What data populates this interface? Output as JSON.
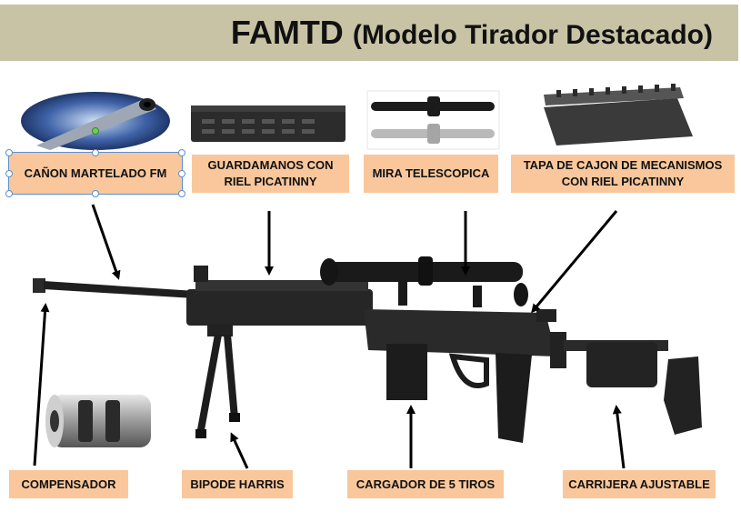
{
  "title": {
    "main": "FAMTD",
    "sub": "(Modelo Tirador Destacado)"
  },
  "labels": {
    "canon": "CAÑON MARTELADO FM",
    "guardamanos_1": "GUARDAMANOS CON",
    "guardamanos_2": "RIEL PICATINNY",
    "mira": "MIRA TELESCOPICA",
    "tapa_1": "TAPA DE CAJON DE  MECANISMOS",
    "tapa_2": "CON RIEL PICATINNY",
    "compensador": "COMPENSADOR",
    "bipode": "BIPODE HARRIS",
    "cargador": "CARGADOR DE 5 TIROS",
    "carrijera": "CARRIJERA AJUSTABLE"
  },
  "colors": {
    "title_bar": "#c9c3a6",
    "callout_fill": "#f9c79b",
    "arrow": "#000000",
    "selection": "#5b8fd0"
  }
}
